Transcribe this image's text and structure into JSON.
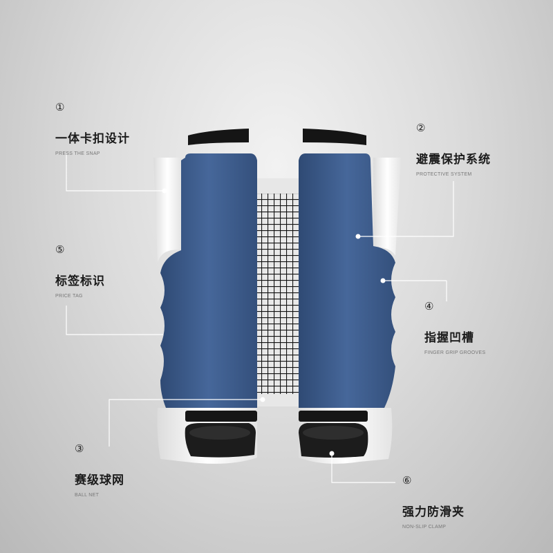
{
  "callouts": [
    {
      "num": "①",
      "cn": "一体卡扣设计",
      "en": "PRESS THE SNAP"
    },
    {
      "num": "②",
      "cn": "避震保护系统",
      "en": "PROTECTIVE SYSTEM"
    },
    {
      "num": "③",
      "cn": "赛级球网",
      "en": "BALL NET"
    },
    {
      "num": "④",
      "cn": "指握凹槽",
      "en": "FINGER GRIP GROOVES"
    },
    {
      "num": "⑤",
      "cn": "标签标识",
      "en": "PRICE TAG"
    },
    {
      "num": "⑥",
      "cn": "强力防滑夹",
      "en": "NON-SLIP CLAMP"
    }
  ],
  "colors": {
    "post_blue": "#3d5a86",
    "post_shadow": "#2c4368",
    "white_part": "#f4f4f4",
    "black_part": "#1a1a1a",
    "net": "#111111",
    "line": "#ffffff"
  }
}
